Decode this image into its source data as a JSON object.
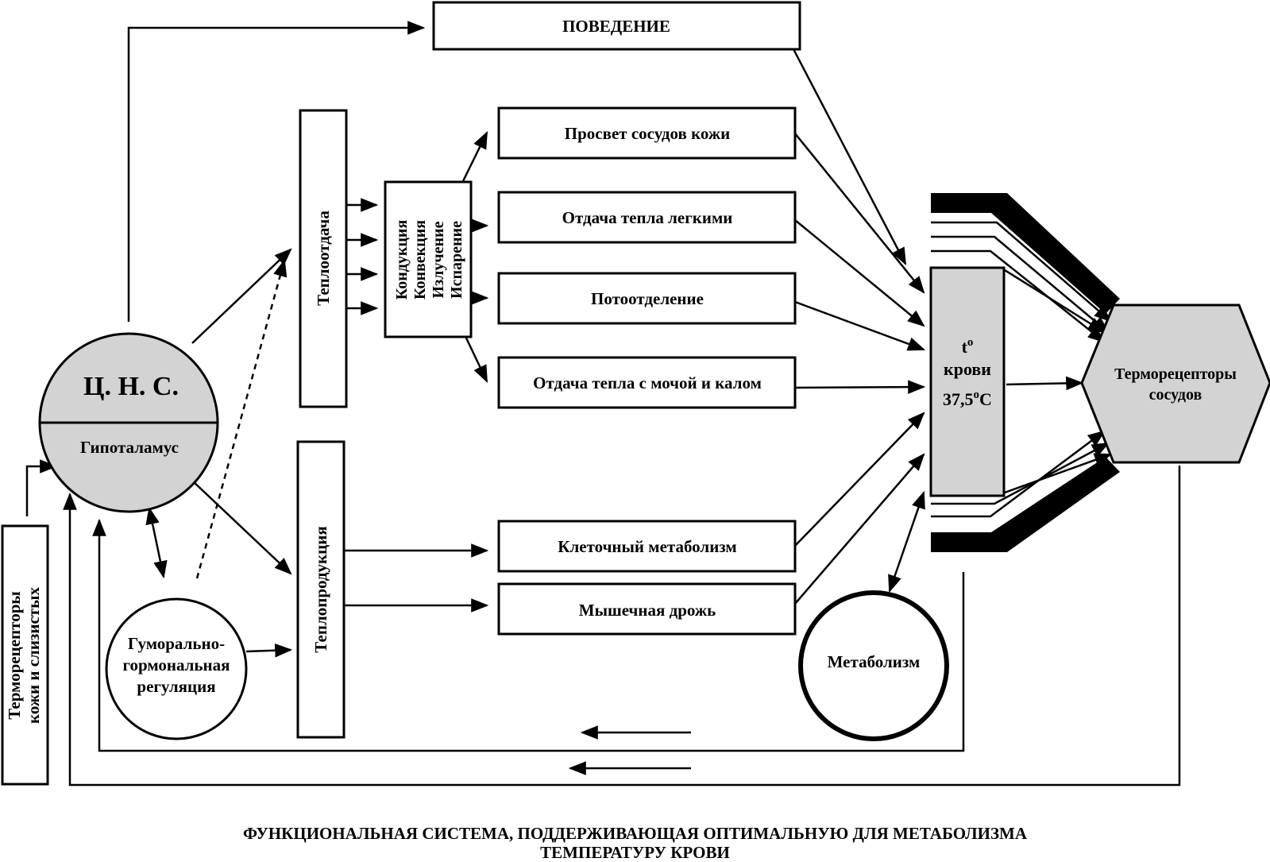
{
  "nodes": {
    "cns": "Ц. Н. С.",
    "hypothalamus": "Гипоталамус",
    "behavior": "ПОВЕДЕНИЕ",
    "heat_loss": "Теплоотдача",
    "heat_production": "Теплопродукция",
    "mechanisms": [
      "Кондукция",
      "Конвекция",
      "Излучение",
      "Испарение"
    ],
    "skin_vessels": "Просвет сосудов кожи",
    "lungs": "Отдача тепла легкими",
    "sweat": "Потоотделение",
    "excretion": "Отдача тепла с мочой и калом",
    "cell_metabolism": "Клеточный метаболизм",
    "shivering": "Мышечная дрожь",
    "humoral": [
      "Гуморально-",
      "гормональная",
      "регуляция"
    ],
    "skin_receptors": [
      "Терморецепторы",
      "кожи и слизистых"
    ],
    "blood_temp": [
      "t",
      "o",
      "крови",
      "37,5",
      "o",
      "C"
    ],
    "vessel_receptors": [
      "Терморецепторы",
      "сосудов"
    ],
    "metabolism": "Метаболизм"
  },
  "caption": {
    "line1": "ФУНКЦИОНАЛЬНАЯ СИСТЕМА, ПОДДЕРЖИВАЮЩАЯ ОПТИМАЛЬНУЮ ДЛЯ МЕТАБОЛИЗМА",
    "line2": "ТЕМПЕРАТУРУ КРОВИ"
  },
  "colors": {
    "fill_gray": "#d3d3d3",
    "stroke": "#000000"
  }
}
